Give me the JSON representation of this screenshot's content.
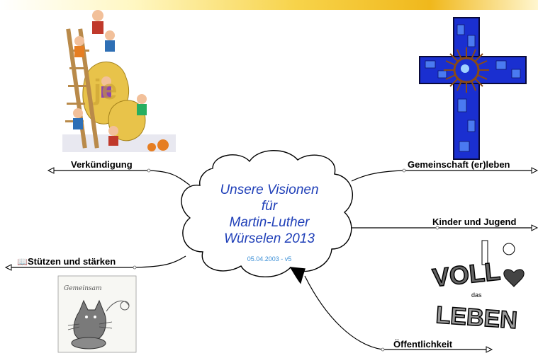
{
  "center": {
    "lines": [
      "Unsere Visionen",
      "für",
      "Martin-Luther",
      "Würselen 2013"
    ],
    "date": "05.04.2003 - v5"
  },
  "branches": {
    "verkuendigung": "Verkündigung",
    "gemeinschaft": "Gemeinschaft (er)leben",
    "kinder": "Kinder und Jugend",
    "stuetzen": "Stützen und stärken",
    "oeffentlichkeit": "Öffentlichkeit"
  },
  "images": {
    "je": "je",
    "voll": [
      "VOLL",
      "das",
      "LEBEN"
    ],
    "gemeinsam": "Gemeinsam"
  },
  "colors": {
    "center_text": "#1f3fb8",
    "cross_blue": "#1a2fd0",
    "cross_light": "#5f9bff",
    "sun_brown": "#8a4a14"
  }
}
